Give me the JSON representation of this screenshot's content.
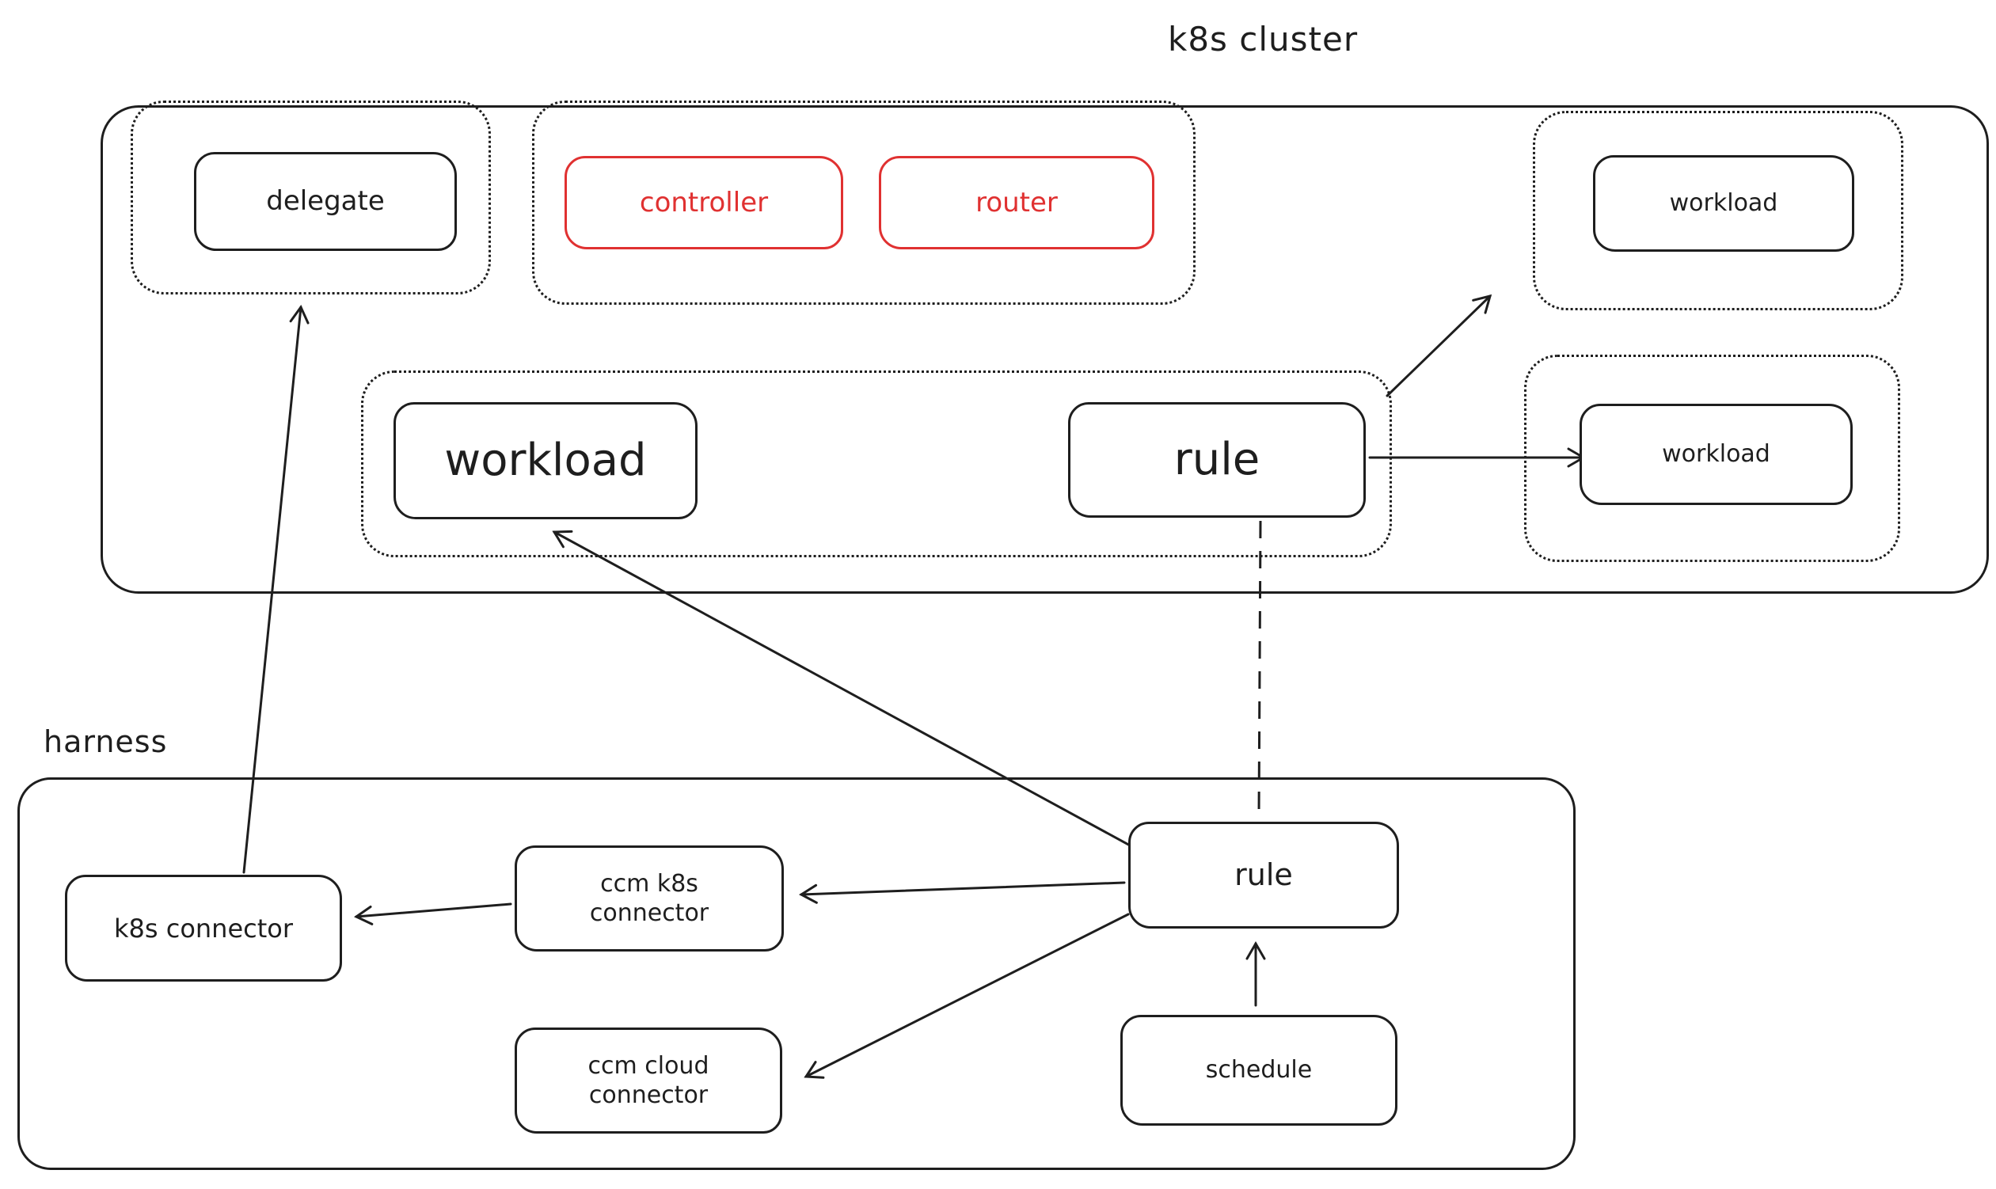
{
  "diagram": {
    "type": "architecture-sketch",
    "frames": {
      "k8s_cluster": {
        "title": "k8s cluster"
      },
      "harness": {
        "title": "harness"
      }
    },
    "nodes": {
      "delegate": {
        "label": "delegate"
      },
      "controller": {
        "label": "controller"
      },
      "router": {
        "label": "router"
      },
      "workload_pod_top": {
        "label": "workload"
      },
      "workload_main": {
        "label": "workload"
      },
      "rule_cluster": {
        "label": "rule"
      },
      "workload_pod_right": {
        "label": "workload"
      },
      "k8s_connector": {
        "label": "k8s connector"
      },
      "ccm_k8s_connector": {
        "label": "ccm k8s connector",
        "lines": [
          "ccm k8s",
          "connector"
        ]
      },
      "ccm_cloud_connector": {
        "label": "ccm cloud connector",
        "lines": [
          "ccm cloud",
          "connector"
        ]
      },
      "rule_harness": {
        "label": "rule"
      },
      "schedule": {
        "label": "schedule"
      }
    },
    "edges": [
      {
        "from": "k8s_connector",
        "to": "delegate",
        "style": "solid",
        "arrowhead": "end"
      },
      {
        "from": "rule_harness",
        "to": "workload_main",
        "style": "solid",
        "arrowhead": "end"
      },
      {
        "from": "rule_harness",
        "to": "ccm_k8s_connector",
        "style": "solid",
        "arrowhead": "end"
      },
      {
        "from": "ccm_k8s_connector",
        "to": "k8s_connector",
        "style": "solid",
        "arrowhead": "end"
      },
      {
        "from": "rule_harness",
        "to": "ccm_cloud_connector",
        "style": "solid",
        "arrowhead": "end"
      },
      {
        "from": "schedule",
        "to": "rule_harness",
        "style": "solid",
        "arrowhead": "end"
      },
      {
        "from": "rule_cluster",
        "to": "rule_harness",
        "style": "dashed",
        "arrowhead": "none"
      },
      {
        "from": "rule_cluster",
        "to": "workload_pod_right",
        "style": "solid",
        "arrowhead": "end"
      },
      {
        "from": "rule_cluster",
        "to": "workload_pod_top",
        "style": "solid",
        "arrowhead": "end"
      }
    ],
    "colors": {
      "stroke": "#1e1e1e",
      "accent": "#e03131",
      "background": "#ffffff"
    }
  }
}
